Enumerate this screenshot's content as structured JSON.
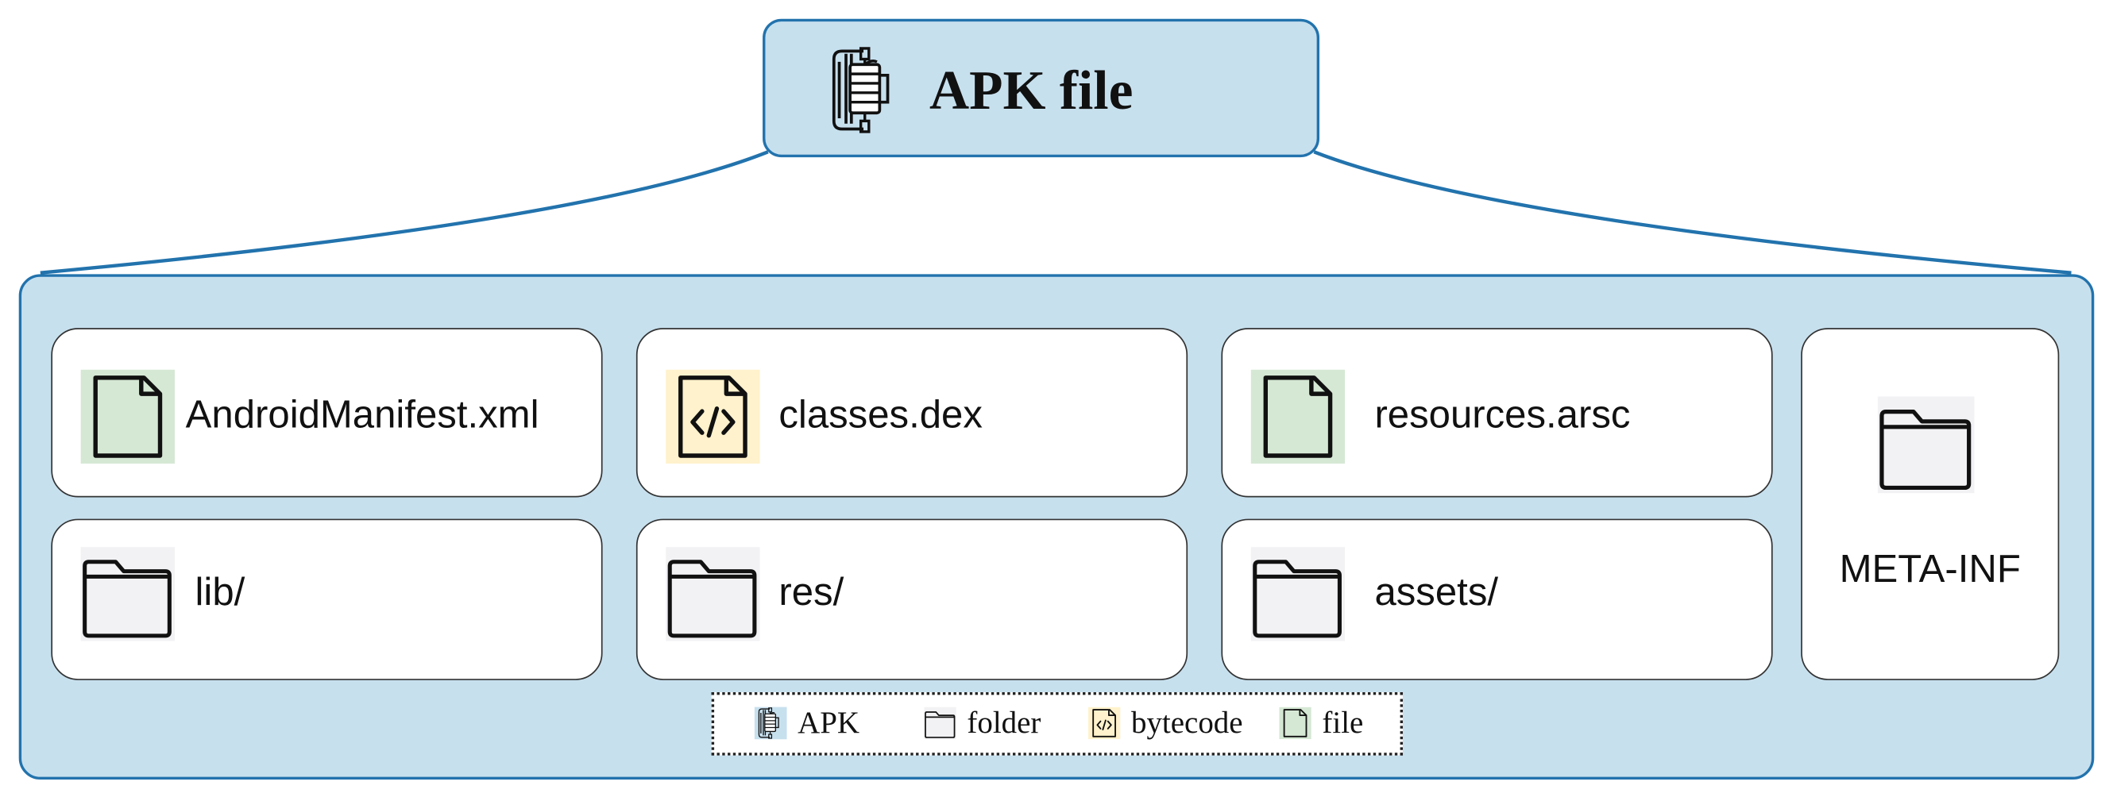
{
  "root": {
    "title": "APK file",
    "icon": "apk-vise-icon",
    "fill": "#c7e0ee",
    "border": "#2273ad"
  },
  "container": {
    "fill": "#c7e0ee",
    "border": "#2273ad"
  },
  "items": [
    {
      "label": "AndroidManifest.xml",
      "kind": "file",
      "icon": "file-icon"
    },
    {
      "label": "classes.dex",
      "kind": "bytecode",
      "icon": "bytecode-icon"
    },
    {
      "label": "resources.arsc",
      "kind": "file",
      "icon": "file-icon"
    },
    {
      "label": "lib/",
      "kind": "folder",
      "icon": "folder-icon"
    },
    {
      "label": "res/",
      "kind": "folder",
      "icon": "folder-icon"
    },
    {
      "label": "assets/",
      "kind": "folder",
      "icon": "folder-icon"
    },
    {
      "label": "META-INF",
      "kind": "folder",
      "icon": "folder-icon"
    }
  ],
  "legend": {
    "items": [
      {
        "label": "APK",
        "icon": "apk-vise-icon"
      },
      {
        "label": "folder",
        "icon": "folder-icon"
      },
      {
        "label": "bytecode",
        "icon": "bytecode-icon"
      },
      {
        "label": "file",
        "icon": "file-icon"
      }
    ]
  },
  "colors": {
    "file_bg": "#d5e8d4",
    "bytecode_bg": "#fff2cc",
    "folder_fill": "#f2f2f4",
    "apk_bg": "#c7e0ee",
    "connector": "#2273ad"
  }
}
